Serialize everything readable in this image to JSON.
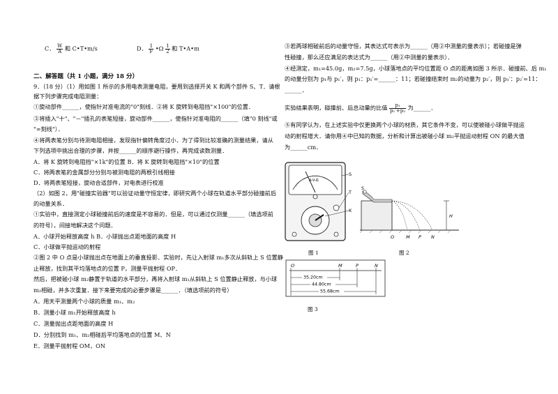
{
  "choices": {
    "c_label": "C．",
    "c_frac_num": "W",
    "c_frac_den": "A",
    "c_tail": "和 C•T•m/s",
    "d_label": "D．",
    "d_frac_num": "1",
    "d_frac_den": "F",
    "d_mid": "•Ω",
    "d_frac2_num": "1",
    "d_frac2_den": "2",
    "d_tail": "和 T•A•m"
  },
  "section_title": "二、解答题（共 1 小题，满分 18 分）",
  "left_lines": [
    "9．（18 分）（1）用如图 1 所示的多用电表测量电阻，要用到选择开关 K 和两个部件 S、T．请根",
    "据下列步骤完成电阻测量：",
    "①旋动部件______，使指针对准电流的\"0\"刻线．②将 K 旋转到电阻挡\"×100\"的位置．",
    "③将插入\"十\"、\"－\"插孔的表笔短接，旋动部件______，使指针对准电阻的______（填\"0 刻线\"或",
    "\"∞刻线\"）．",
    "④将两表笔分别与待测电阻相接，发现指针偏转角度过小．为了得到比较准确的测量结果，请从",
    "下列选项中挑出合理的步骤，并按______的顺序避行操作，再完成读数测量．",
    "A．将 K 旋转到电阻挡\"×1k\"的位置   B．将 K 旋转到电阻挡\"×10\"的位置",
    "C．将两表笔的金属部分分别与被测电阻的两根引线相接",
    "D．将两表笔短接，旋动合适部件，对电表进行校准",
    "（2）如图 2，用\"碰撞实验器\"可以验证动量守恒定律，即研究两个小球在轨道水平部分碰撞前后",
    "的动量关系．",
    "①实验中，直接测定小球碰撞前后的速度是不容易的．但是，可以通过仅测量______（填选项前",
    "的符号），间接地解决这个问题．",
    "A．小球开始释放高度 h     B．小球抛出点距地面的高度 H",
    "C．小球做平抛运动的射程",
    "②图 2 中 O 点是小球抛出点在地面上的垂直投影．实验时，先让入射球 m₁多次从斜轨上 S 位置静",
    "止释放，找到其平均落地点的位置 P，测量平抛射程 OP．",
    "然后，把被碰小球 m₂静置于轨道的水平部分，再将入射球 m₁从斜轨上 S 位置静止释放，与小球",
    "m₂相碰，并多次重复．接下来要完成的必要步骤是______．（填选项前的符号）",
    "A．用天平测量两个小球的质量 m₁、m₂",
    "B．测量小球 m₁开始释放高度 h",
    "C．测量抛出点距地面的高度 H",
    "D．分别找到 m₁、m₂相碰后平均落地点的位置 M、N",
    "E．测量平抛射程 OM，ON"
  ],
  "right_lines": [
    "③若两球相碰前后的动量守恒，其表达式可表示为______（用②中测量的量表示）；若碰撞是弹",
    "性碰撞，那么还应满足的表达式为______（用②中测量的量表示）．",
    "④经测定，m₁=45.0g，m₂=7.5g，小球落地点的平均位置距 O 点的距离如图 3 所示．碰撞前、后 m₁",
    "的动量分别为 p₁与 p₁′，则 p₁：p₁′=______：11；若碰撞结束时 m₂的动量为 p₂′，则 p₁′：p₂′=11：",
    "______．",
    "实验结果表明，碰撞前、后总动量的比值",
    "为______．",
    "⑤有同学认为，在上述实验中仅更换两个小球的材质，其它条件不变，可以使被碰小球做平抛运",
    "动的射程增大．请你用④中已知的数据，分析和计算出被碰小球 m₂平抛运动射程 ON 的最大值",
    "为______cm．"
  ],
  "ratio_frac": {
    "num": "p₁",
    "den_a": "p₁′",
    "den_plus": "+",
    "den_b": "p₂"
  },
  "fig1": {
    "caption": "图 1",
    "labels": [
      "S",
      "T",
      "K"
    ],
    "dial": "A-V-Ω"
  },
  "fig2": {
    "caption": "图 2",
    "labels": [
      "S",
      "H",
      "O",
      "M",
      "P",
      "N"
    ]
  },
  "fig3": {
    "caption": "图 3",
    "points": [
      "O",
      "M",
      "P",
      "N"
    ],
    "distances": [
      "35.20cm",
      "44.80cm",
      "55.68cm"
    ]
  }
}
